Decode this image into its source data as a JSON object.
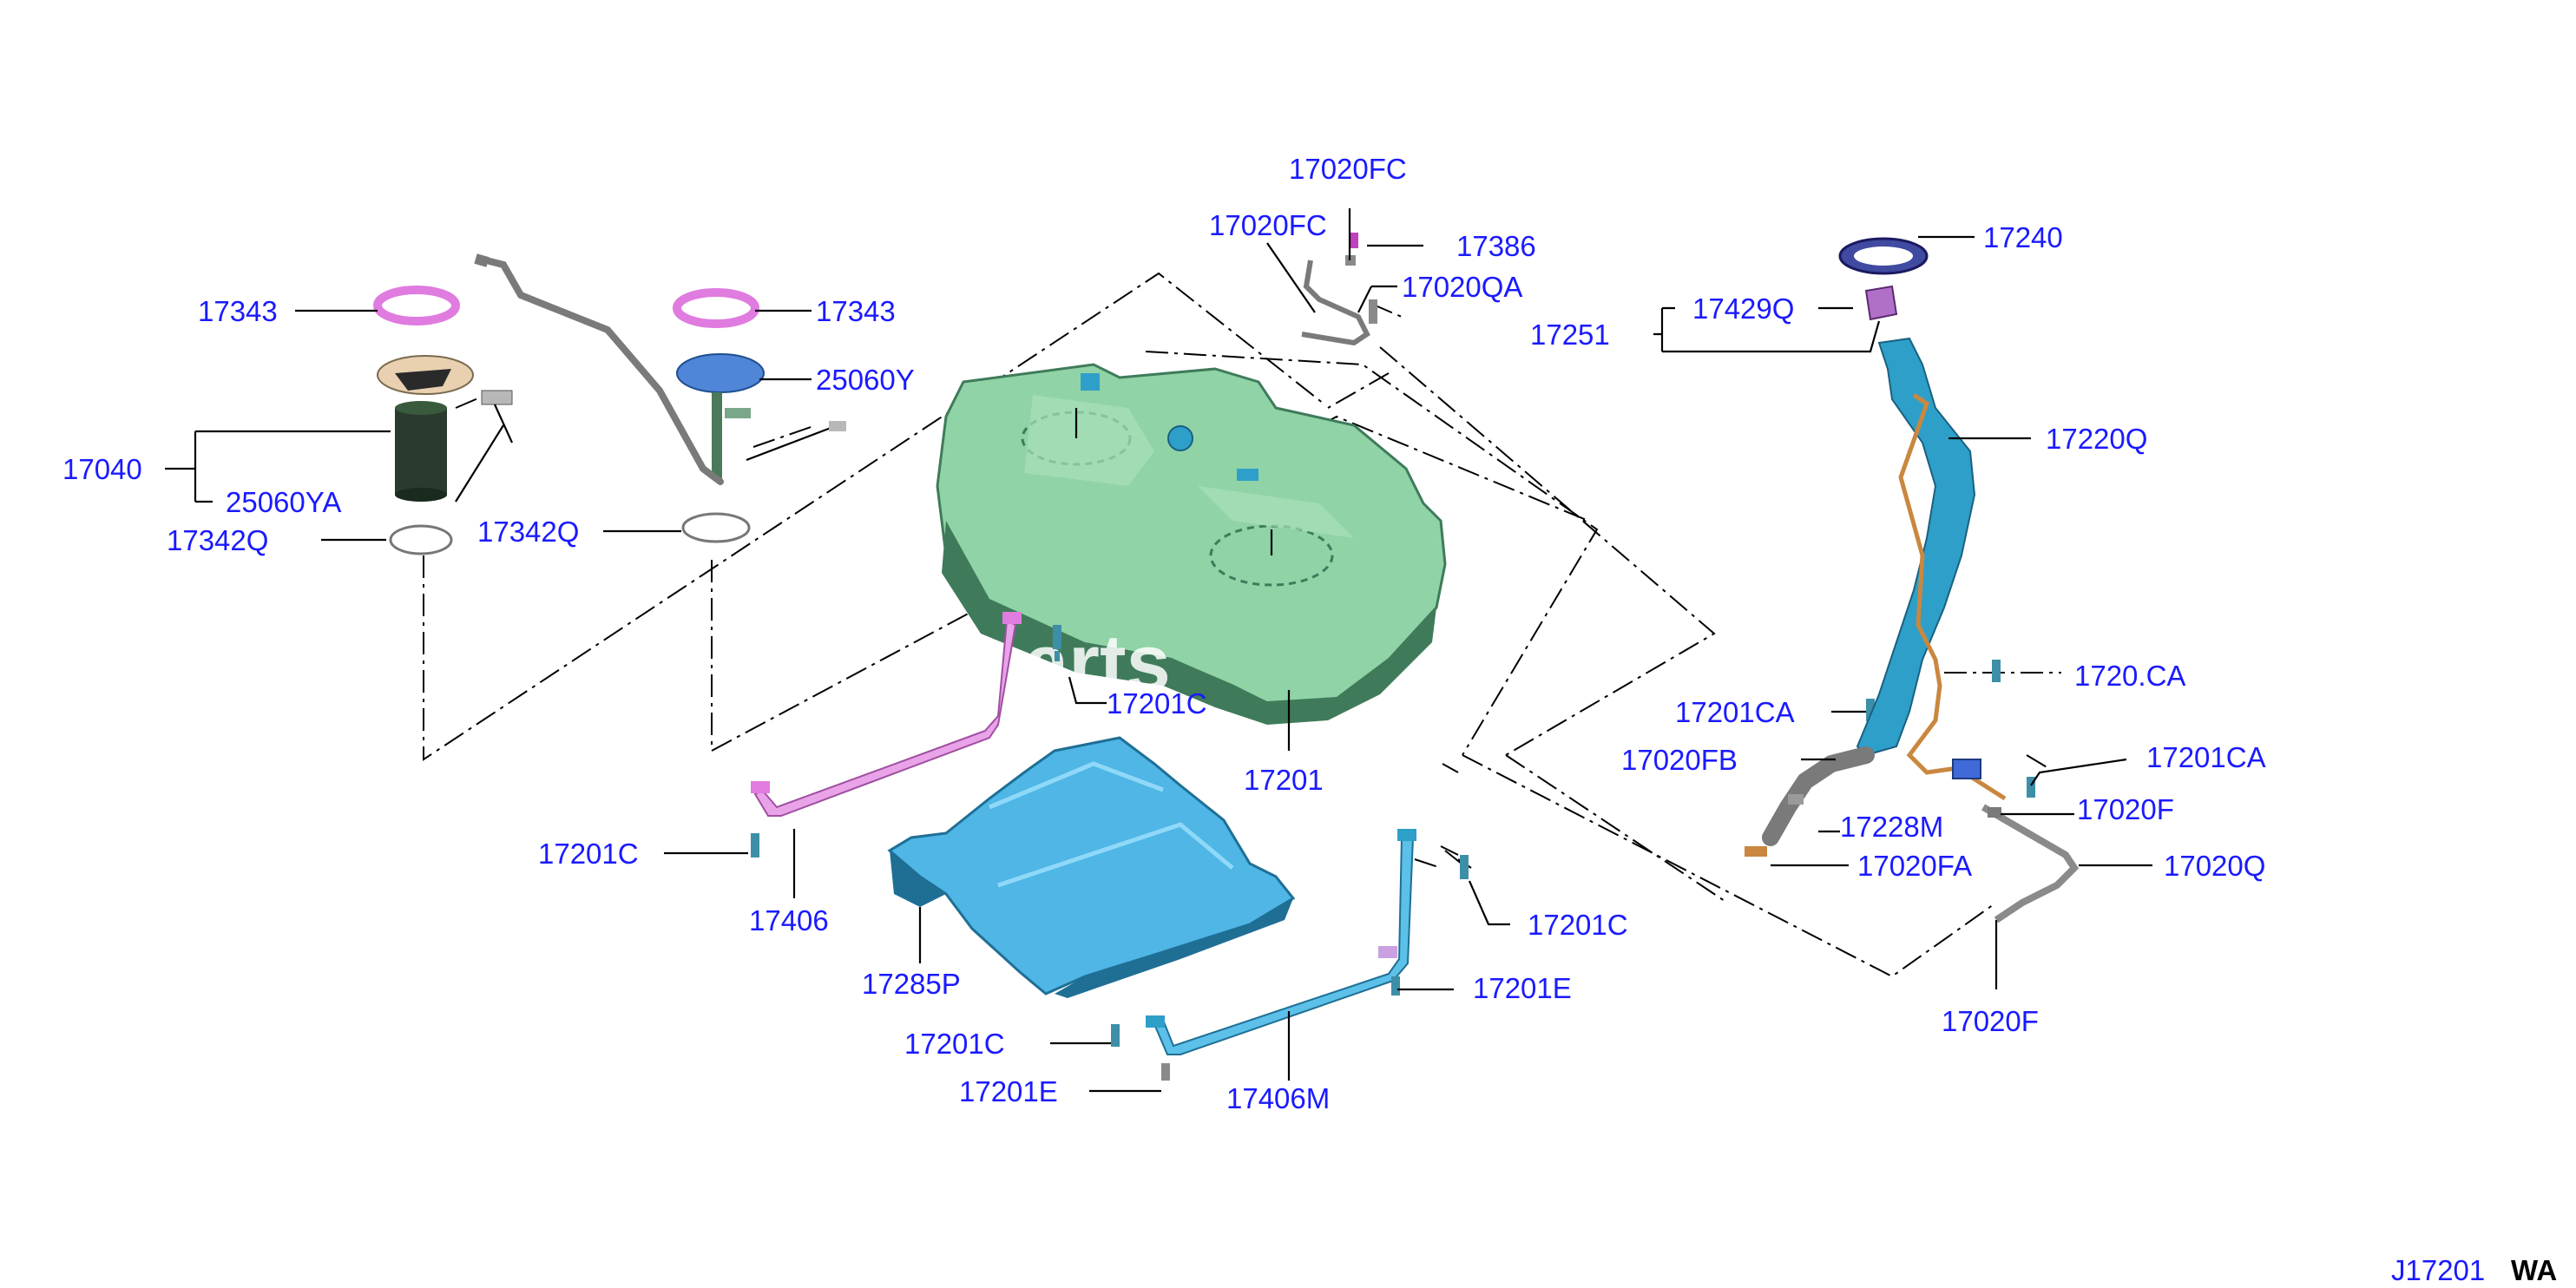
{
  "colors": {
    "label": "#1a1aff",
    "tank": "#8fd3a6",
    "tank_dark": "#3f7b5a",
    "shield": "#4fb6e6",
    "filler": "#2e9fc9",
    "gasket": "#e07be0",
    "strap_left": "#e9a3e9",
    "strap_right": "#5cc0e8",
    "bracket": "#c9873f"
  },
  "parts": {
    "p17020FC_a": "17020FC",
    "p17020FC_b": "17020FC",
    "p17386": "17386",
    "p17020QA": "17020QA",
    "p17240": "17240",
    "p17429Q": "17429Q",
    "p17251": "17251",
    "p17220Q": "17220Q",
    "p17343_a": "17343",
    "p17343_b": "17343",
    "p25060Y": "25060Y",
    "p17040": "17040",
    "p25060YA": "25060YA",
    "p17342Q_a": "17342Q",
    "p17342Q_b": "17342Q",
    "p17201C_a": "17201C",
    "p17201": "17201",
    "p17201CA_partial": "1720.CA",
    "p17201CA_a": "17201CA",
    "p17020FB": "17020FB",
    "p17201CA_b": "17201CA",
    "p17228M": "17228M",
    "p17020F_a": "17020F",
    "p17020FA": "17020FA",
    "p17020Q": "17020Q",
    "p17201C_b": "17201C",
    "p17406": "17406",
    "p17201C_c": "17201C",
    "p17285P": "17285P",
    "p17201E_a": "17201E",
    "p17201C_d": "17201C",
    "p17201E_b": "17201E",
    "p17406M": "17406M",
    "p17020F_b": "17020F"
  },
  "watermark": "arts",
  "reference": {
    "prefix": "J17201",
    "suffix": "WA"
  }
}
